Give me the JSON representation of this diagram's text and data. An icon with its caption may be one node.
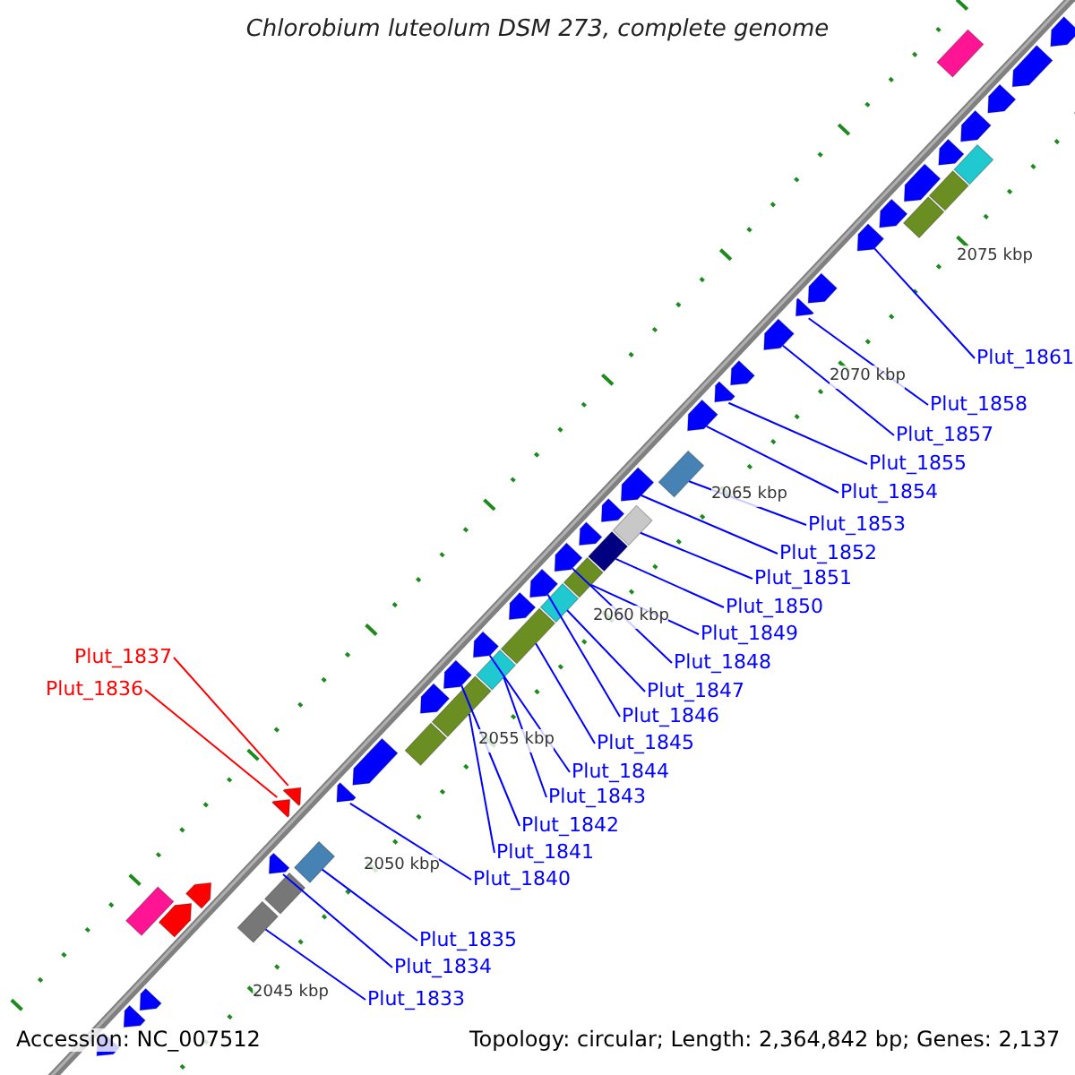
{
  "diagram": {
    "title": "Chlorobium luteolum DSM 273, complete genome",
    "nodes": [
      {
        "text": [
          "Plut_1861"
        ]
      },
      {
        "text": [
          "Plut_1858"
        ]
      },
      {
        "text": [
          "Plut_1857"
        ]
      },
      {
        "text": [
          "Plut_1855"
        ]
      },
      {
        "text": [
          "Plut_1854"
        ]
      },
      {
        "text": [
          "Plut_1853"
        ]
      },
      {
        "text": [
          "Plut_1852"
        ]
      },
      {
        "text": [
          "Plut_1851"
        ]
      },
      {
        "text": [
          "Plut_1850"
        ]
      },
      {
        "text": [
          "Plut_1849"
        ]
      },
      {
        "text": [
          "Plut_1848"
        ]
      },
      {
        "text": [
          "Plut_1847"
        ]
      },
      {
        "text": [
          "Plut_1846"
        ]
      },
      {
        "text": [
          "Plut_1845"
        ]
      },
      {
        "text": [
          "Plut_1844"
        ]
      },
      {
        "text": [
          "Plut_1843"
        ]
      },
      {
        "text": [
          "Plut_1842"
        ]
      },
      {
        "text": [
          "Plut_1841"
        ]
      },
      {
        "text": [
          "Plut_1840"
        ]
      },
      {
        "text": [
          "Plut_1837"
        ]
      },
      {
        "text": [
          "Plut_1836"
        ]
      },
      {
        "text": [
          "Plut_1835"
        ]
      },
      {
        "text": [
          "Plut_1834"
        ]
      },
      {
        "text": [
          "Plut_1833"
        ]
      },
      {
        "text": [],
        "shape": "arrow"
      },
      {
        "text": [],
        "shape": "arrow"
      },
      {
        "text": [],
        "shape": "box"
      },
      {
        "text": [],
        "shape": "arrow"
      },
      {
        "text": [],
        "shape": "arrow"
      },
      {
        "text": [],
        "shape": "box"
      },
      {
        "text": [],
        "shape": "arrow"
      },
      {
        "text": [],
        "shape": "box"
      },
      {
        "text": [],
        "shape": "arrow"
      },
      {
        "text": [],
        "shape": "box"
      },
      {
        "text": [],
        "shape": "arrow"
      },
      {
        "text": [],
        "shape": "arrow"
      },
      {
        "text": [],
        "shape": "arrow"
      },
      {
        "text": [],
        "shape": "arrow"
      },
      {
        "text": [],
        "shape": "arrow"
      },
      {
        "text": [],
        "shape": "arrow"
      },
      {
        "text": [],
        "shape": "arrow"
      },
      {
        "text": [],
        "shape": "arrow"
      },
      {
        "text": [],
        "shape": "box"
      },
      {
        "text": [],
        "shape": "arrow"
      },
      {
        "text": [],
        "shape": "box"
      },
      {
        "text": [],
        "shape": "arrow"
      },
      {
        "text": [],
        "shape": "box"
      },
      {
        "text": [],
        "shape": "arrow"
      },
      {
        "text": [],
        "shape": "box"
      },
      {
        "text": [],
        "shape": "arrow"
      },
      {
        "text": [],
        "shape": "box"
      },
      {
        "text": [],
        "shape": "arrow"
      },
      {
        "text": [],
        "shape": "arrow"
      },
      {
        "text": [],
        "shape": "box"
      },
      {
        "text": [],
        "shape": "arrow"
      },
      {
        "text": [],
        "shape": "box"
      },
      {
        "text": [],
        "shape": "arrow"
      },
      {
        "text": [],
        "shape": "box"
      },
      {
        "text": [],
        "shape": "arrow"
      },
      {
        "text": [],
        "shape": "box"
      },
      {
        "text": [],
        "shape": "arrow"
      },
      {
        "text": [],
        "shape": "arrow"
      },
      {
        "text": [],
        "shape": "arrow"
      },
      {
        "text": [],
        "shape": "arrow"
      },
      {
        "text": [],
        "shape": "box"
      },
      {
        "text": [],
        "shape": "arrow"
      },
      {
        "text": [],
        "shape": "box"
      },
      {
        "text": [],
        "shape": "box"
      },
      {
        "text": [],
        "shape": "arrow"
      },
      {
        "text": [],
        "shape": "arrow"
      },
      {
        "text": [],
        "shape": "box"
      },
      {
        "text": [],
        "shape": "arrow"
      },
      {
        "text": [],
        "shape": "arrow"
      },
      {
        "text": [],
        "shape": "arrow"
      }
    ],
    "edges": [
      {
        "from": 0,
        "to": 35,
        "arrow": "none"
      },
      {
        "from": 1,
        "to": 37,
        "arrow": "none"
      },
      {
        "from": 2,
        "to": 38,
        "arrow": "none"
      },
      {
        "from": 3,
        "to": 40,
        "arrow": "none"
      },
      {
        "from": 4,
        "to": 41,
        "arrow": "none"
      },
      {
        "from": 5,
        "to": 42,
        "arrow": "none"
      },
      {
        "from": 6,
        "to": 43,
        "arrow": "none"
      },
      {
        "from": 7,
        "to": 44,
        "arrow": "none"
      },
      {
        "from": 8,
        "to": 46,
        "arrow": "none"
      },
      {
        "from": 9,
        "to": 48,
        "arrow": "none"
      },
      {
        "from": 10,
        "to": 49,
        "arrow": "none"
      },
      {
        "from": 11,
        "to": 50,
        "arrow": "none"
      },
      {
        "from": 12,
        "to": 51,
        "arrow": "none"
      },
      {
        "from": 13,
        "to": 53,
        "arrow": "none"
      },
      {
        "from": 14,
        "to": 54,
        "arrow": "none"
      },
      {
        "from": 15,
        "to": 55,
        "arrow": "none"
      },
      {
        "from": 16,
        "to": 56,
        "arrow": "none"
      },
      {
        "from": 17,
        "to": 57,
        "arrow": "none"
      },
      {
        "from": 18,
        "to": 61,
        "arrow": "none"
      },
      {
        "from": 19,
        "to": 62,
        "arrow": "none",
        "color": "#ff0000"
      },
      {
        "from": 20,
        "to": 63,
        "arrow": "none",
        "color": "#ff0000"
      },
      {
        "from": 21,
        "to": 64,
        "arrow": "none"
      },
      {
        "from": 22,
        "to": 65,
        "arrow": "none"
      },
      {
        "from": 23,
        "to": 67,
        "arrow": "none"
      }
    ],
    "labels": [
      "2075 kbp",
      "2070 kbp",
      "2065 kbp",
      "2060 kbp",
      "2055 kbp",
      "2050 kbp",
      "2045 kbp",
      "Accession: NC_007512",
      "Topology: circular; Length: 2,364,842 bp; Genes: 2,137"
    ]
  }
}
